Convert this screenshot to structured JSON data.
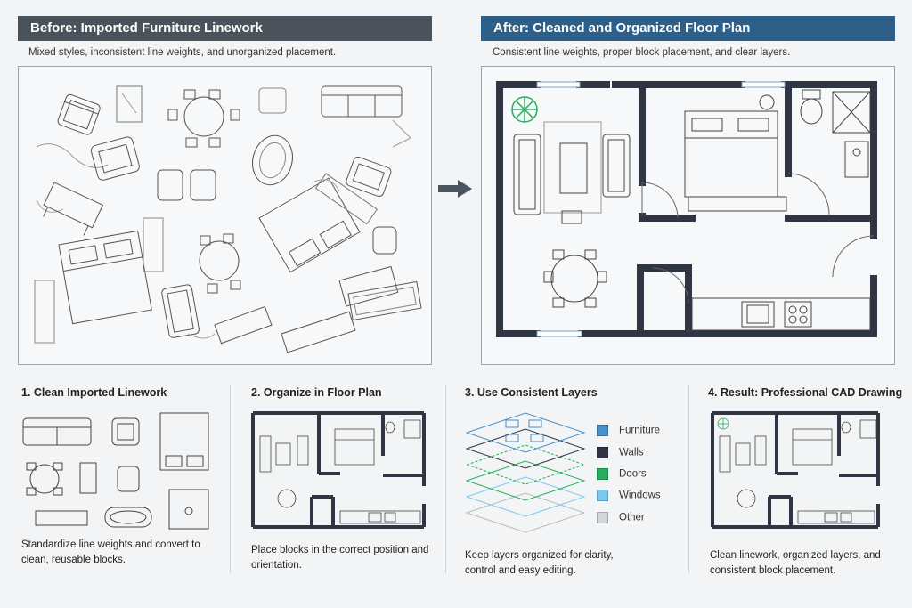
{
  "before": {
    "title": "Before: Imported Furniture Linework",
    "subtitle": "Mixed styles, inconsistent line weights, and unorganized placement."
  },
  "after": {
    "title": "After: Cleaned and Organized Floor Plan",
    "subtitle": "Consistent line weights, proper block placement, and clear layers."
  },
  "steps": [
    {
      "title": "1. Clean Imported Linework",
      "desc": "Standardize line weights and convert to clean, reusable blocks."
    },
    {
      "title": "2. Organize in Floor Plan",
      "desc": "Place blocks in the correct position and orientation."
    },
    {
      "title": "3. Use Consistent Layers",
      "desc": "Keep layers organized for clarity, control and easy editing."
    },
    {
      "title": "4. Result: Professional CAD Drawing",
      "desc": "Clean linework, organized layers, and consistent block placement."
    }
  ],
  "layers_legend": [
    {
      "label": "Furniture",
      "color": "#4a90c8"
    },
    {
      "label": "Walls",
      "color": "#2f3542"
    },
    {
      "label": "Doors",
      "color": "#27ae60"
    },
    {
      "label": "Windows",
      "color": "#7cc8ef"
    },
    {
      "label": "Other",
      "color": "#d3d6da"
    }
  ],
  "colors": {
    "before_banner": "#4a525c",
    "after_banner": "#2c5f8a",
    "wall": "#2f3542",
    "arrow": "#4a5561"
  },
  "icons": {
    "arrow": "right-arrow-icon",
    "plant": "plant-icon"
  }
}
